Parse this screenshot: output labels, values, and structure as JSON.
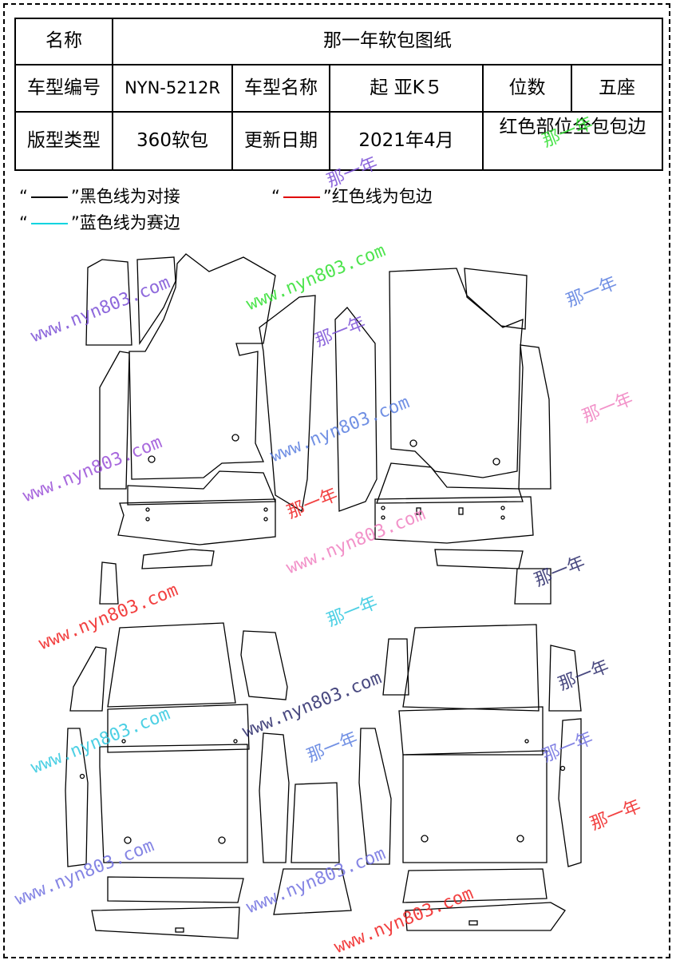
{
  "table": {
    "r1": {
      "name_label": "名称",
      "title": "那一年软包图纸"
    },
    "r2": {
      "model_code_label": "车型编号",
      "model_code": "NYN-5212R",
      "model_name_label": "车型名称",
      "model_name": "起 亚K５",
      "seats_label": "位数",
      "seats": "五座"
    },
    "r3": {
      "type_label": "版型类型",
      "type": "360软包",
      "date_label": "更新日期",
      "date": "2021年4月",
      "note": "红色部位全包包边"
    }
  },
  "legend": {
    "black": {
      "open": "“",
      "close": "”黑色线为对接",
      "color": "#000000"
    },
    "red": {
      "open": "“",
      "close": "”红色线为包边",
      "color": "#e00000"
    },
    "blue": {
      "open": "“",
      "close": "”蓝色线为赛边",
      "color": "#00d4e0"
    }
  },
  "watermarks": {
    "site": "www.nyn803.com",
    "brand": "那一年",
    "colors": [
      "#7b4fd6",
      "#30e030",
      "#5a7ee0",
      "#f080c0",
      "#f02020",
      "#30c8e0",
      "#2a2a6a"
    ]
  }
}
